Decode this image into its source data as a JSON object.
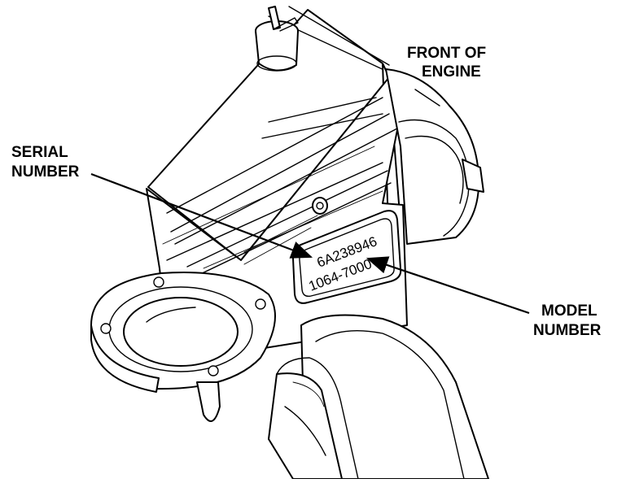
{
  "callouts": {
    "front_line1": "FRONT OF",
    "front_line2": "ENGINE",
    "serial_line1": "SERIAL",
    "serial_line2": "NUMBER",
    "model_line1": "MODEL",
    "model_line2": "NUMBER"
  },
  "plate": {
    "serial_value": "6A238946",
    "model_value": "1064-7000"
  }
}
